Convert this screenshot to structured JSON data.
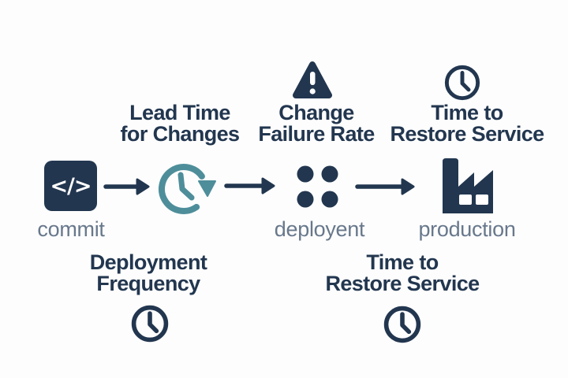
{
  "colors": {
    "navy": "#22364F",
    "teal": "#4E8E9A",
    "gray": "#68788C",
    "bg": "#FDFDFD"
  },
  "stages": {
    "commit": {
      "glyph": "</>",
      "label": "commit"
    },
    "deployment": {
      "label": "deployent"
    },
    "production": {
      "label": "production"
    }
  },
  "metrics": {
    "lead_time": {
      "line1": "Lead Time",
      "line2": "for Changes"
    },
    "change_failure_rate": {
      "line1": "Change",
      "line2": "Failure Rate"
    },
    "time_to_restore_top": {
      "line1": "Time to",
      "line2": "Restore Service"
    },
    "deployment_frequency": {
      "line1": "Deployment",
      "line2": "Frequency"
    },
    "time_to_restore_bottom": {
      "line1": "Time to",
      "line2": "Restore Service"
    }
  },
  "icons": {
    "commit": "code-brackets",
    "lead_time": "history-clock",
    "change_failure_rate": "warning-triangle",
    "time_to_restore": "clock",
    "deployment": "four-dots",
    "production": "factory",
    "flow_connector": "right-arrow"
  }
}
